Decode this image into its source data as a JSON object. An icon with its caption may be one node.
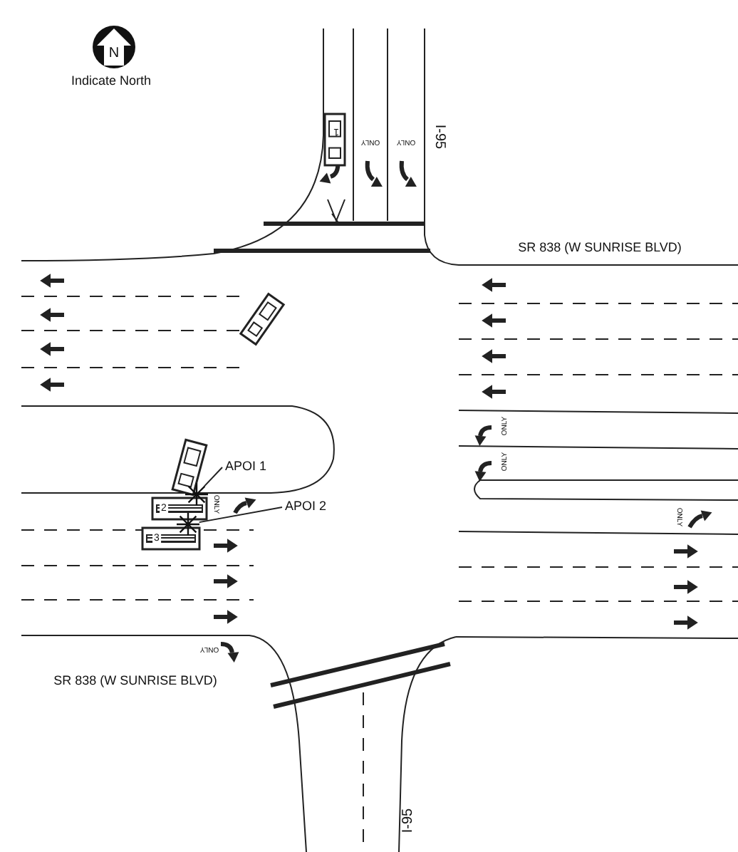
{
  "diagram": {
    "nodes": [
      {
        "text": [
          "APOI 1"
        ]
      },
      {
        "text": [
          "APOI 2"
        ]
      },
      {
        "text": [],
        "shape": "star"
      },
      {
        "text": [],
        "shape": "star"
      }
    ],
    "edges": [
      {
        "from": 0,
        "to": 2,
        "arrow": "none"
      },
      {
        "from": 1,
        "to": 3,
        "arrow": "none"
      }
    ],
    "labels": [
      "N",
      "Indicate North",
      "1",
      "ONLY",
      "ONLY",
      "I-95",
      "SR 838 (W SUNRISE BLVD)",
      "ONLY",
      "ONLY",
      "2",
      "ONLY",
      "ONLY",
      "3",
      "ONLY",
      "SR 838 (W SUNRISE BLVD)",
      "I-95"
    ]
  }
}
